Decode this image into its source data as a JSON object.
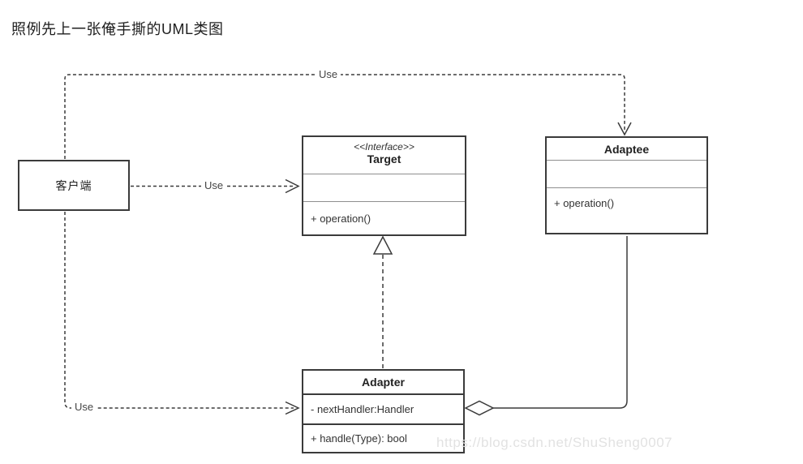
{
  "page": {
    "title": "照例先上一张俺手撕的UML类图",
    "watermark": "https://blog.csdn.net/ShuSheng0007"
  },
  "diagram": {
    "classes": {
      "client": {
        "name": "客户端"
      },
      "target": {
        "stereotype": "<<Interface>>",
        "name": "Target",
        "operations": [
          "+ operation()"
        ]
      },
      "adaptee": {
        "name": "Adaptee",
        "operations": [
          "+ operation()"
        ]
      },
      "adapter": {
        "name": "Adapter",
        "attributes": [
          "- nextHandler:Handler"
        ],
        "operations": [
          "+ handle(Type): bool"
        ]
      }
    },
    "relations": {
      "client_uses_adaptee": {
        "type": "dependency",
        "label": "Use"
      },
      "client_uses_target": {
        "type": "dependency",
        "label": "Use"
      },
      "client_uses_adapter": {
        "type": "dependency",
        "label": "Use"
      },
      "adapter_realizes_target": {
        "type": "realization"
      },
      "adapter_aggregates_adaptee": {
        "type": "aggregation"
      }
    },
    "colors": {
      "line": "#3b3b3b",
      "divider": "#8f8f8f",
      "text": "#333333",
      "watermark": "#e2e2e2",
      "background": "#ffffff"
    }
  }
}
